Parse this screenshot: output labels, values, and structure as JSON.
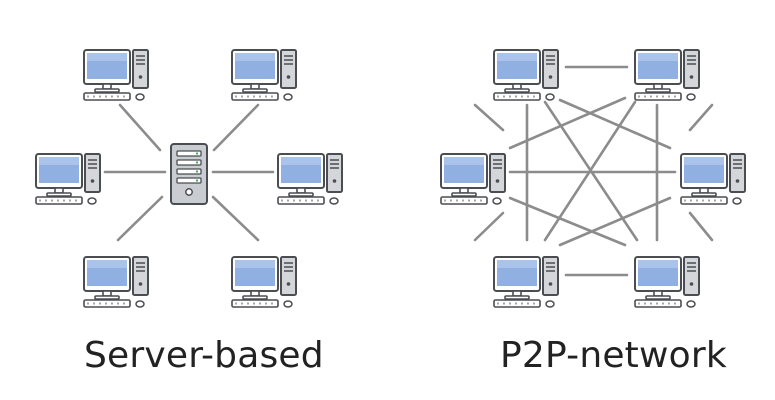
{
  "diagrams": [
    {
      "id": "server",
      "title": "Server-based",
      "hub": "server-icon",
      "node_icon": "desktop-computer-icon",
      "nodes": 6
    },
    {
      "id": "p2p",
      "title": "P2P-network",
      "hub": null,
      "node_icon": "desktop-computer-icon",
      "nodes": 6
    }
  ],
  "colors": {
    "line": "#8c8c8c",
    "screen": "#8fb0e0",
    "frame": "#4a4d52",
    "tower": "#d4d6d9",
    "server": "#c9ccd0",
    "text": "#222222"
  }
}
